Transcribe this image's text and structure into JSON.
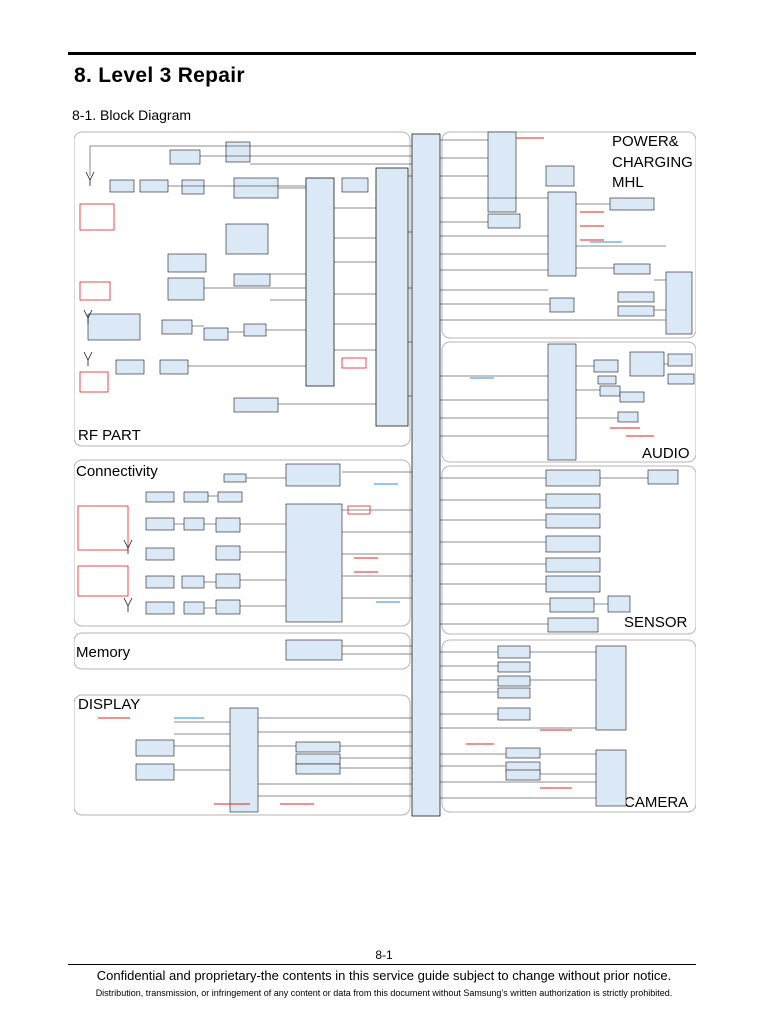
{
  "header": {
    "chapter_title": "8. Level 3 Repair",
    "section_title": "8-1. Block Diagram"
  },
  "diagram": {
    "panels": {
      "rf": "RF PART",
      "power": "POWER&",
      "power2": "CHARGING",
      "power3": "MHL",
      "audio": "AUDIO",
      "connectivity": "Connectivity",
      "sensor": "SENSOR",
      "memory": "Memory",
      "display": "DISPLAY",
      "camera": "CAMERA"
    },
    "colors": {
      "block_fill": "#dbe9f7",
      "line": "#1a1a1a",
      "accent_red": "#e32222",
      "accent_blue": "#2a8fd8",
      "panel_border": "#b5b5b5"
    }
  },
  "footer": {
    "page_number": "8-1",
    "notice": "Confidential and proprietary-the contents in this service guide subject to change without prior notice.",
    "legal": "Distribution, transmission, or infringement of any content or data from this document without Samsung’s written authorization is strictly prohibited."
  }
}
